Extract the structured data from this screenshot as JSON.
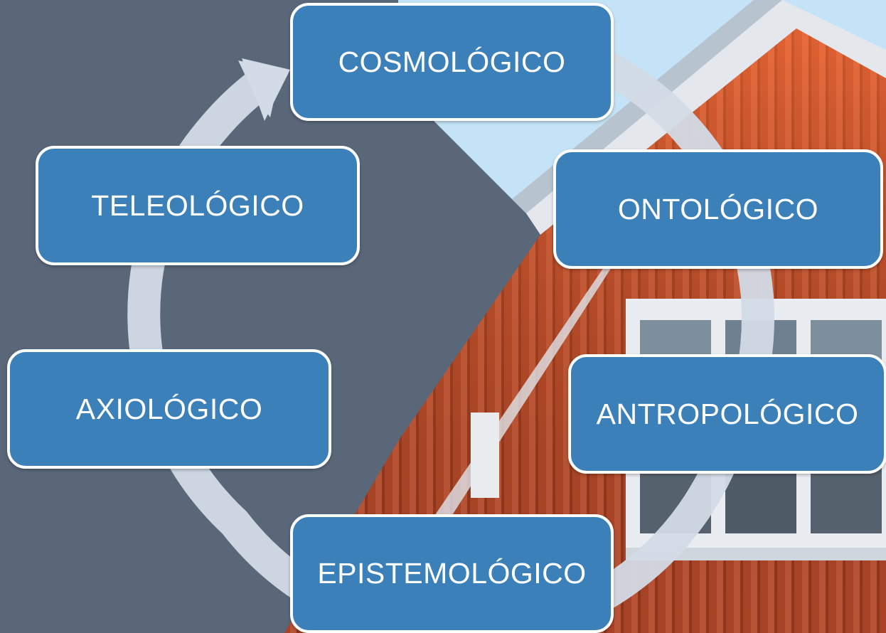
{
  "diagram": {
    "type": "cycle",
    "nodes": [
      {
        "label": "COSMOLÓGICO"
      },
      {
        "label": "ONTOLÓGICO"
      },
      {
        "label": "ANTROPOLÓGICO"
      },
      {
        "label": "EPISTEMOLÓGICO"
      },
      {
        "label": "AXIOLÓGICO"
      },
      {
        "label": "TELEOLÓGICO"
      }
    ],
    "flow": "clockwise",
    "colors": {
      "node_fill": "#3b80b9",
      "node_border": "#ffffff",
      "node_text": "#ffffff",
      "ring": "#d3dbe6",
      "background_panel": "#5a6779",
      "building_wall": "#c8502f",
      "sky": "#bfe0f5",
      "trim": "#e6eaee"
    }
  }
}
